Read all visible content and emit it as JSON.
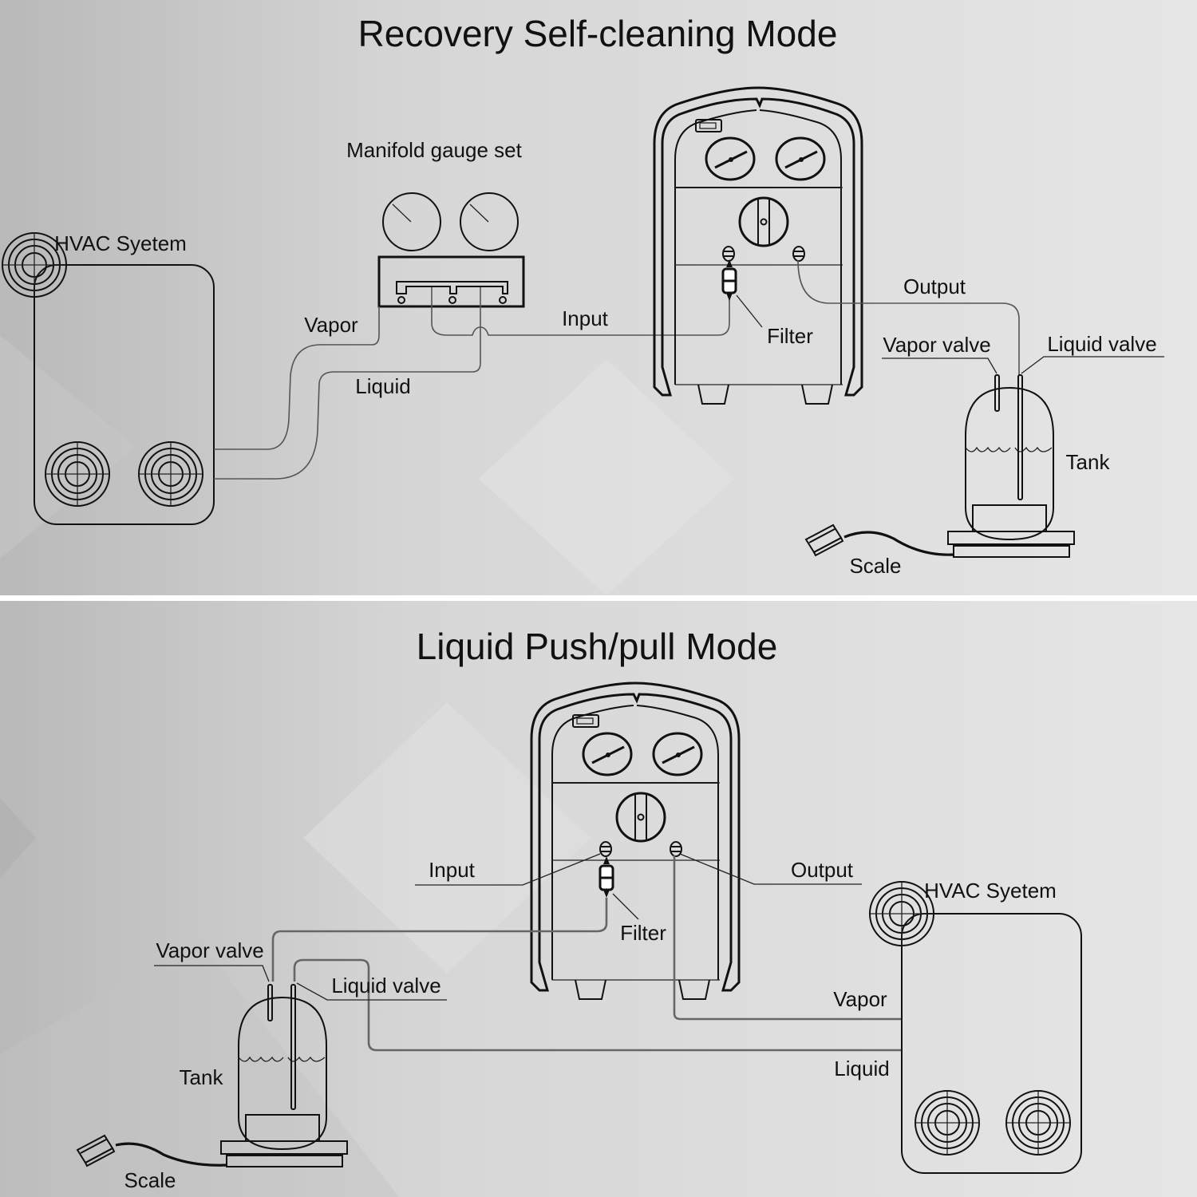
{
  "panels": [
    {
      "title": "Recovery Self-cleaning Mode",
      "labels": {
        "manifold": "Manifold gauge set",
        "hvac": "HVAC Syetem",
        "vapor": "Vapor",
        "liquid": "Liquid",
        "input": "Input",
        "filter": "Filter",
        "output": "Output",
        "vapor_valve": "Vapor valve",
        "liquid_valve": "Liquid valve",
        "tank": "Tank",
        "scale": "Scale"
      }
    },
    {
      "title": "Liquid Push/pull Mode",
      "labels": {
        "input": "Input",
        "output": "Output",
        "filter": "Filter",
        "hvac": "HVAC Syetem",
        "vapor": "Vapor",
        "liquid": "Liquid",
        "vapor_valve": "Vapor valve",
        "liquid_valve": "Liquid valve",
        "tank": "Tank",
        "scale": "Scale"
      }
    }
  ],
  "colors": {
    "background_light": "#e4e4e4",
    "background_dark": "#b8b8b8",
    "line": "#111111",
    "hose": "#555555",
    "divider": "#ffffff"
  }
}
